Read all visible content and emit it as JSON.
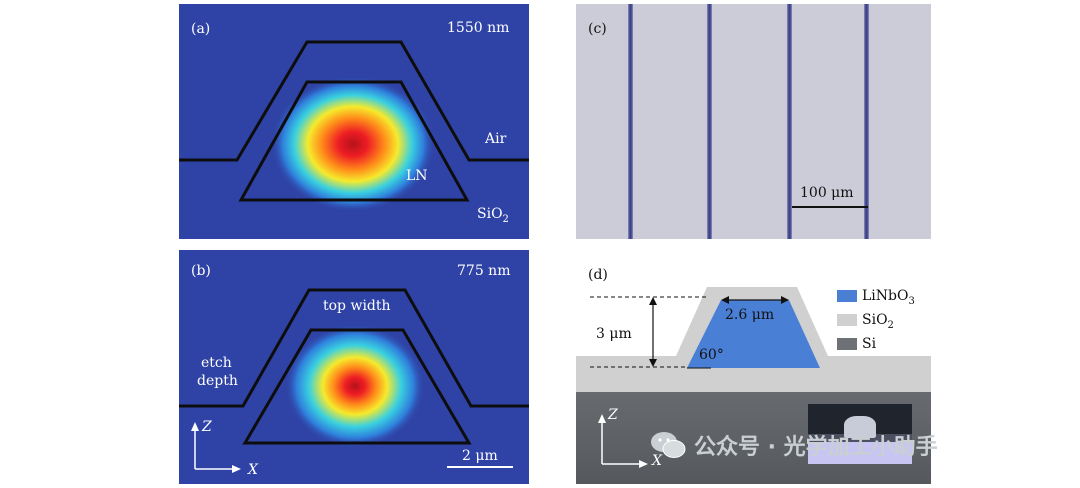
{
  "panel_a": {
    "label": "(a)",
    "wavelength": "1550 nm",
    "air": "Air",
    "ln": "LN",
    "sio2_base": "SiO",
    "sio2_sub": "2"
  },
  "panel_b": {
    "label": "(b)",
    "wavelength": "775 nm",
    "top_width": "top width",
    "etch": "etch",
    "depth": "depth",
    "axis_z": "Z",
    "axis_x": "X",
    "scale": "2 μm"
  },
  "panel_c": {
    "label": "(c)",
    "scale": "100 μm"
  },
  "panel_d": {
    "label": "(d)",
    "height": "3 μm",
    "width": "2.6 μm",
    "angle": "60°",
    "axis_z": "Z",
    "axis_x": "X",
    "legend": [
      {
        "base": "LiNbO",
        "sub": "3",
        "color": "#4a7fd6"
      },
      {
        "base": "SiO",
        "sub": "2",
        "color": "#d0d0d0"
      },
      {
        "base": "Si",
        "sub": "",
        "color": "#6e7277"
      }
    ]
  },
  "watermark": {
    "text": "公众号 · 光学加工小助手",
    "icon": "wechat-icon"
  },
  "colors": {
    "mode_background": "#2f43a6",
    "mode_core": "#e8141c",
    "microscope_background": "#ccccd8",
    "waveguide_stripe": "#3b3f8a",
    "linbo3": "#4a7fd6",
    "sio2": "#d0d0d0",
    "si": "#6e7277"
  }
}
